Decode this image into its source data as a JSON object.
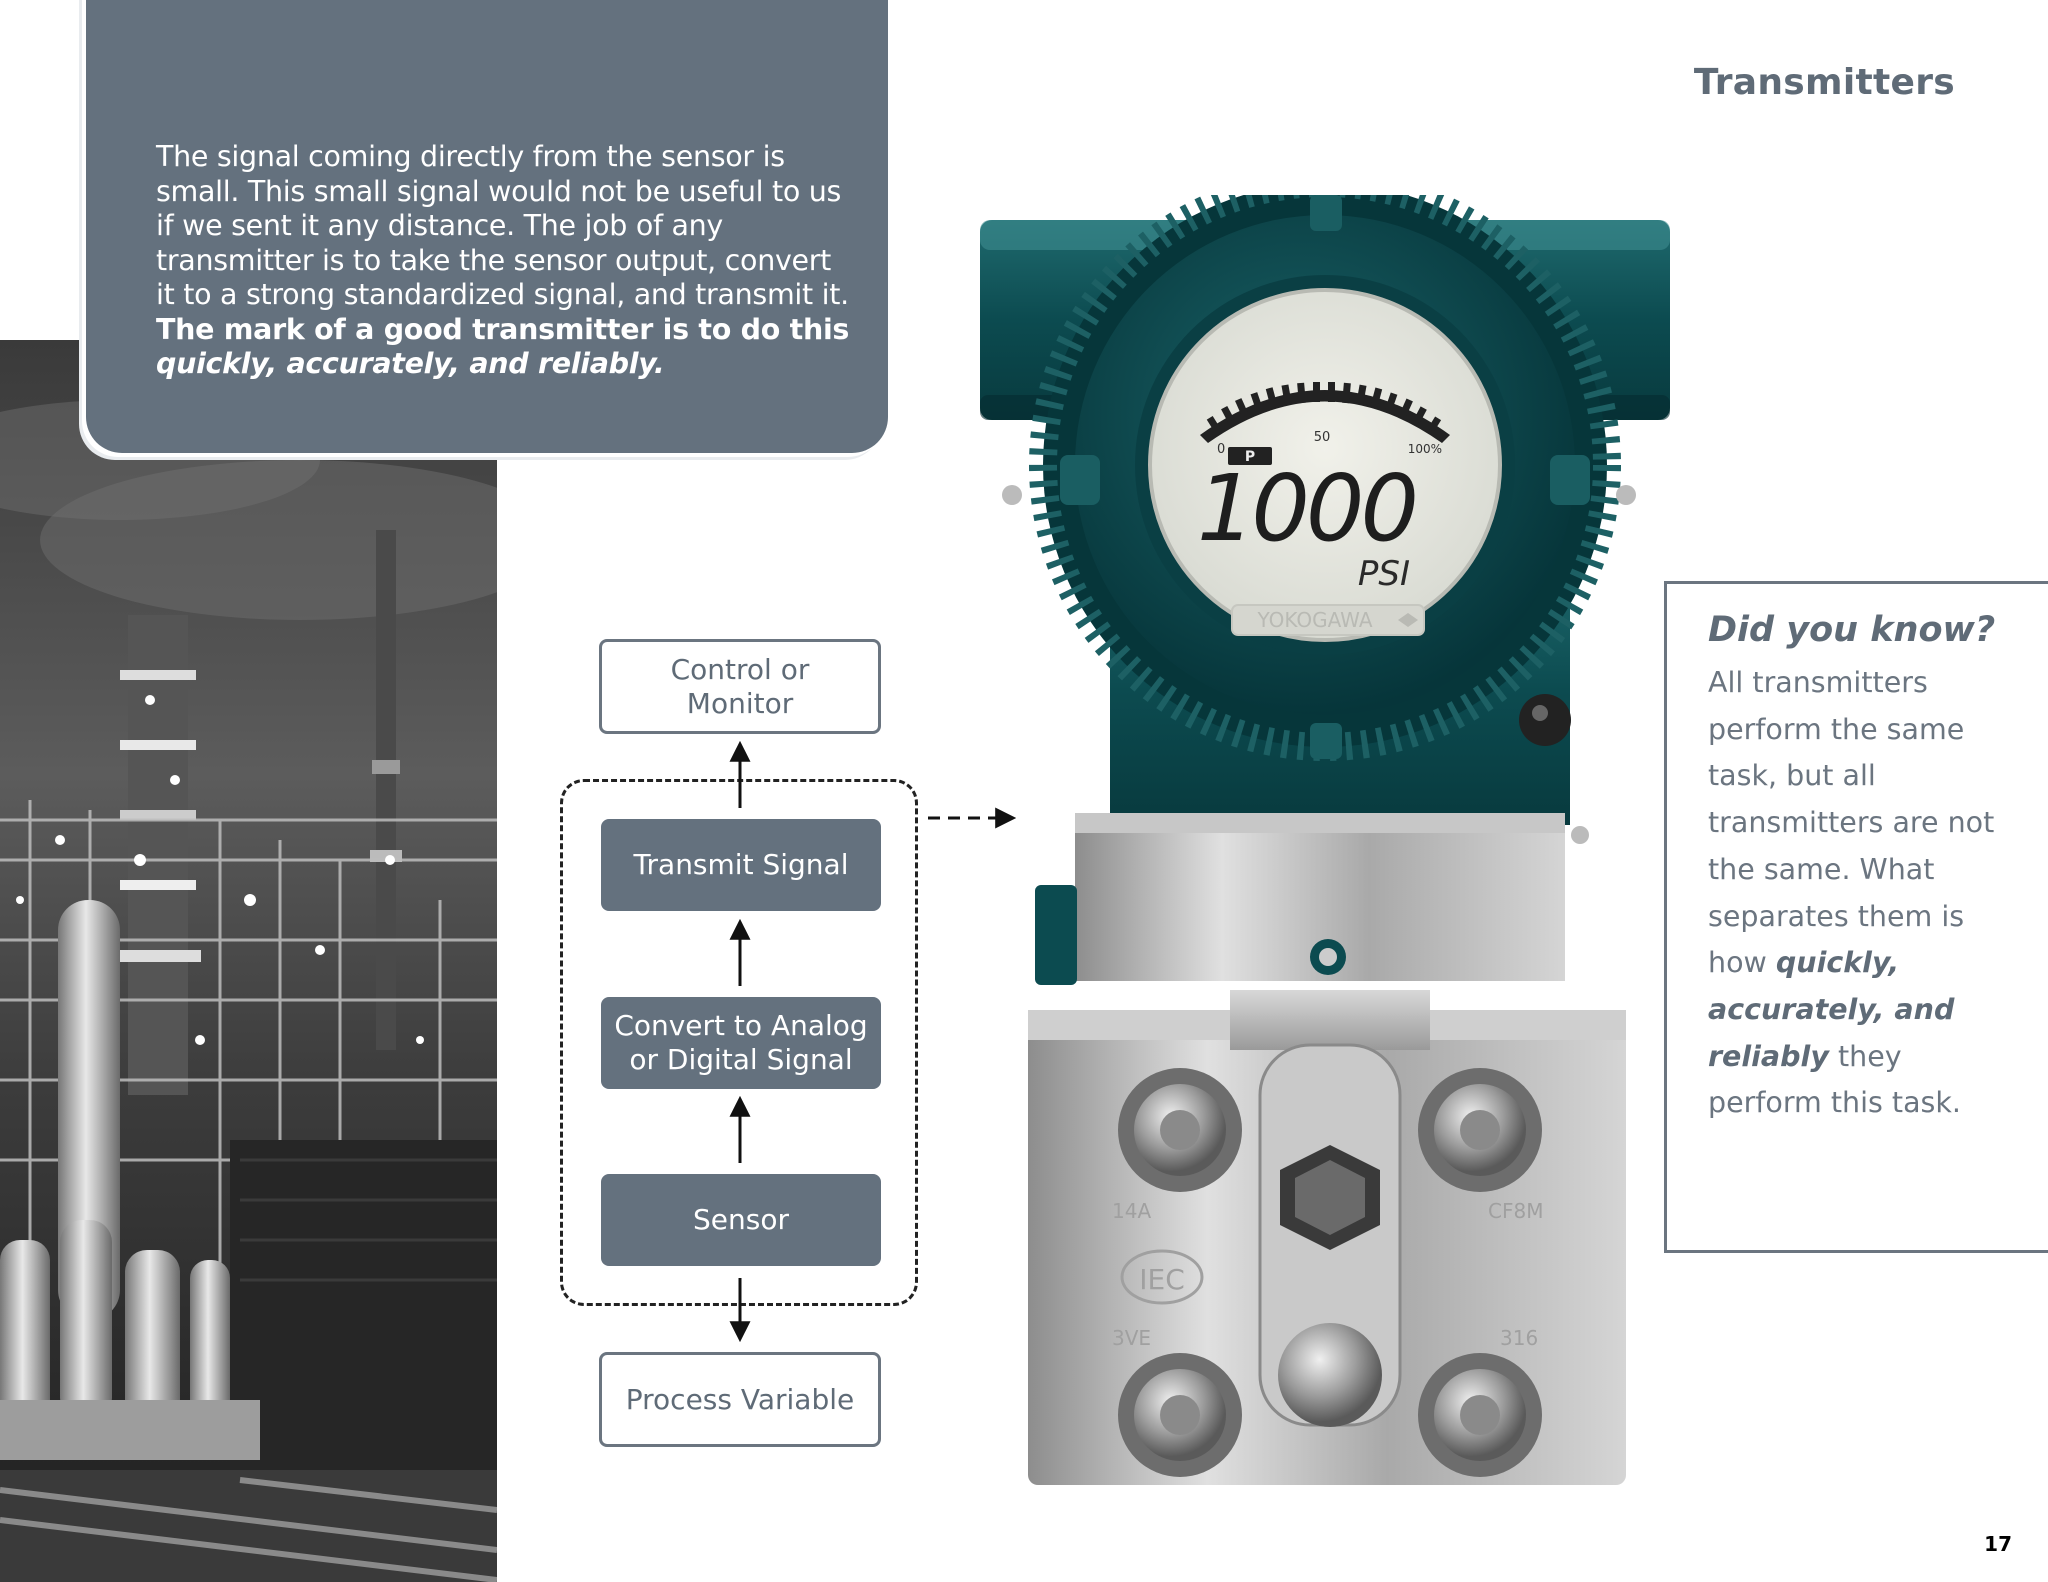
{
  "header": {
    "title": "Transmitters"
  },
  "intro": {
    "text_plain": "The signal coming directly from the sensor is small. This small signal would not be useful to us if we sent it any distance. The job of any transmitter is to take the sensor output, convert it to a strong standardized signal, and transmit it. ",
    "text_bold": "The mark of a good transmitter is to do this ",
    "text_bold_italic": "quickly, accurately, and reliably."
  },
  "diagram": {
    "top_output": "Control or Monitor",
    "steps": [
      "Transmit Signal",
      "Convert to Analog or Digital Signal",
      "Sensor"
    ],
    "bottom_input": "Process Variable"
  },
  "transmitter_display": {
    "scale_0": "0",
    "scale_50": "50",
    "scale_100": "100%",
    "mode": "P",
    "value": "1000",
    "unit": "PSI",
    "brand": "YOKOGAWA",
    "body_marks": [
      "14A",
      "CF8M",
      "IEC",
      "3VE",
      "316"
    ]
  },
  "did_you_know": {
    "title": "Did you know?",
    "text_plain": "All transmitters perform the same task, but all transmitters are not the same. What separates them is how ",
    "text_bold": "quickly, accurately, and reliably",
    "text_end": " they perform this task."
  },
  "footer": {
    "page_number": "17"
  },
  "colors": {
    "panel": "#64717e",
    "text": "#6b7580",
    "teal": "#0c4b50"
  }
}
